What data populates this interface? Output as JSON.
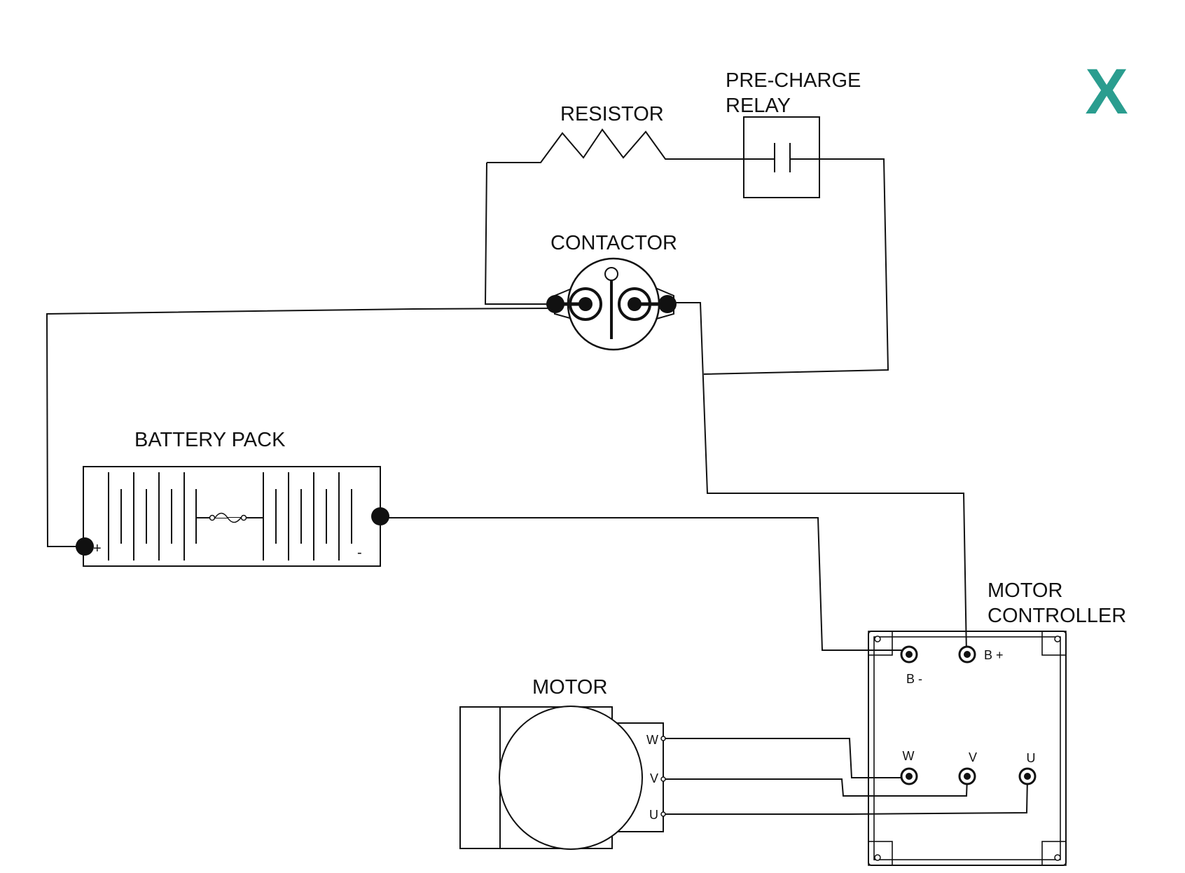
{
  "labels": {
    "resistor": "RESISTOR",
    "precharge_line1": "PRE-CHARGE",
    "precharge_line2": "RELAY",
    "contactor": "CONTACTOR",
    "battery_pack": "BATTERY PACK",
    "motor_controller_line1": "MOTOR",
    "motor_controller_line2": "CONTROLLER",
    "motor": "MOTOR"
  },
  "terminals": {
    "battery_plus": "+",
    "battery_minus": "-",
    "controller_b_minus": "B -",
    "controller_b_plus": "B +",
    "controller_w": "W",
    "controller_v": "V",
    "controller_u": "U",
    "motor_w": "W",
    "motor_v": "V",
    "motor_u": "U"
  },
  "brand": {
    "logo_text": "X",
    "logo_color": "#2a9d8f"
  },
  "colors": {
    "line": "#111111",
    "background": "#ffffff"
  }
}
